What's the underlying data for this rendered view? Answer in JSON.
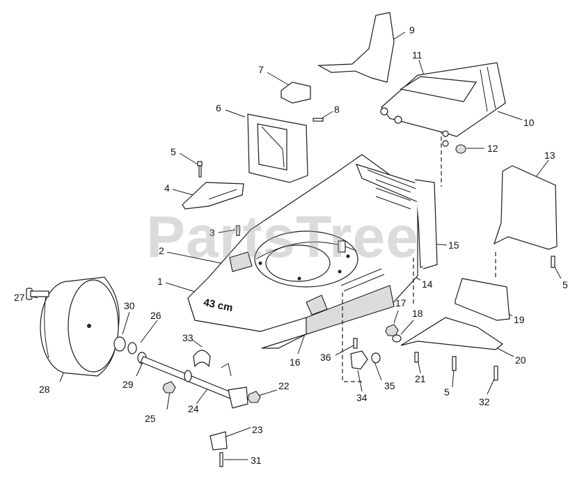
{
  "watermark": "PartsTree",
  "deck_marking": "43 cm",
  "callouts": [
    "1",
    "2",
    "3",
    "4",
    "5",
    "5",
    "5",
    "6",
    "7",
    "8",
    "9",
    "10",
    "11",
    "12",
    "13",
    "14",
    "15",
    "16",
    "17",
    "18",
    "19",
    "20",
    "21",
    "22",
    "23",
    "24",
    "25",
    "26",
    "27",
    "28",
    "29",
    "30",
    "31",
    "32",
    "33",
    "34",
    "35",
    "36"
  ]
}
